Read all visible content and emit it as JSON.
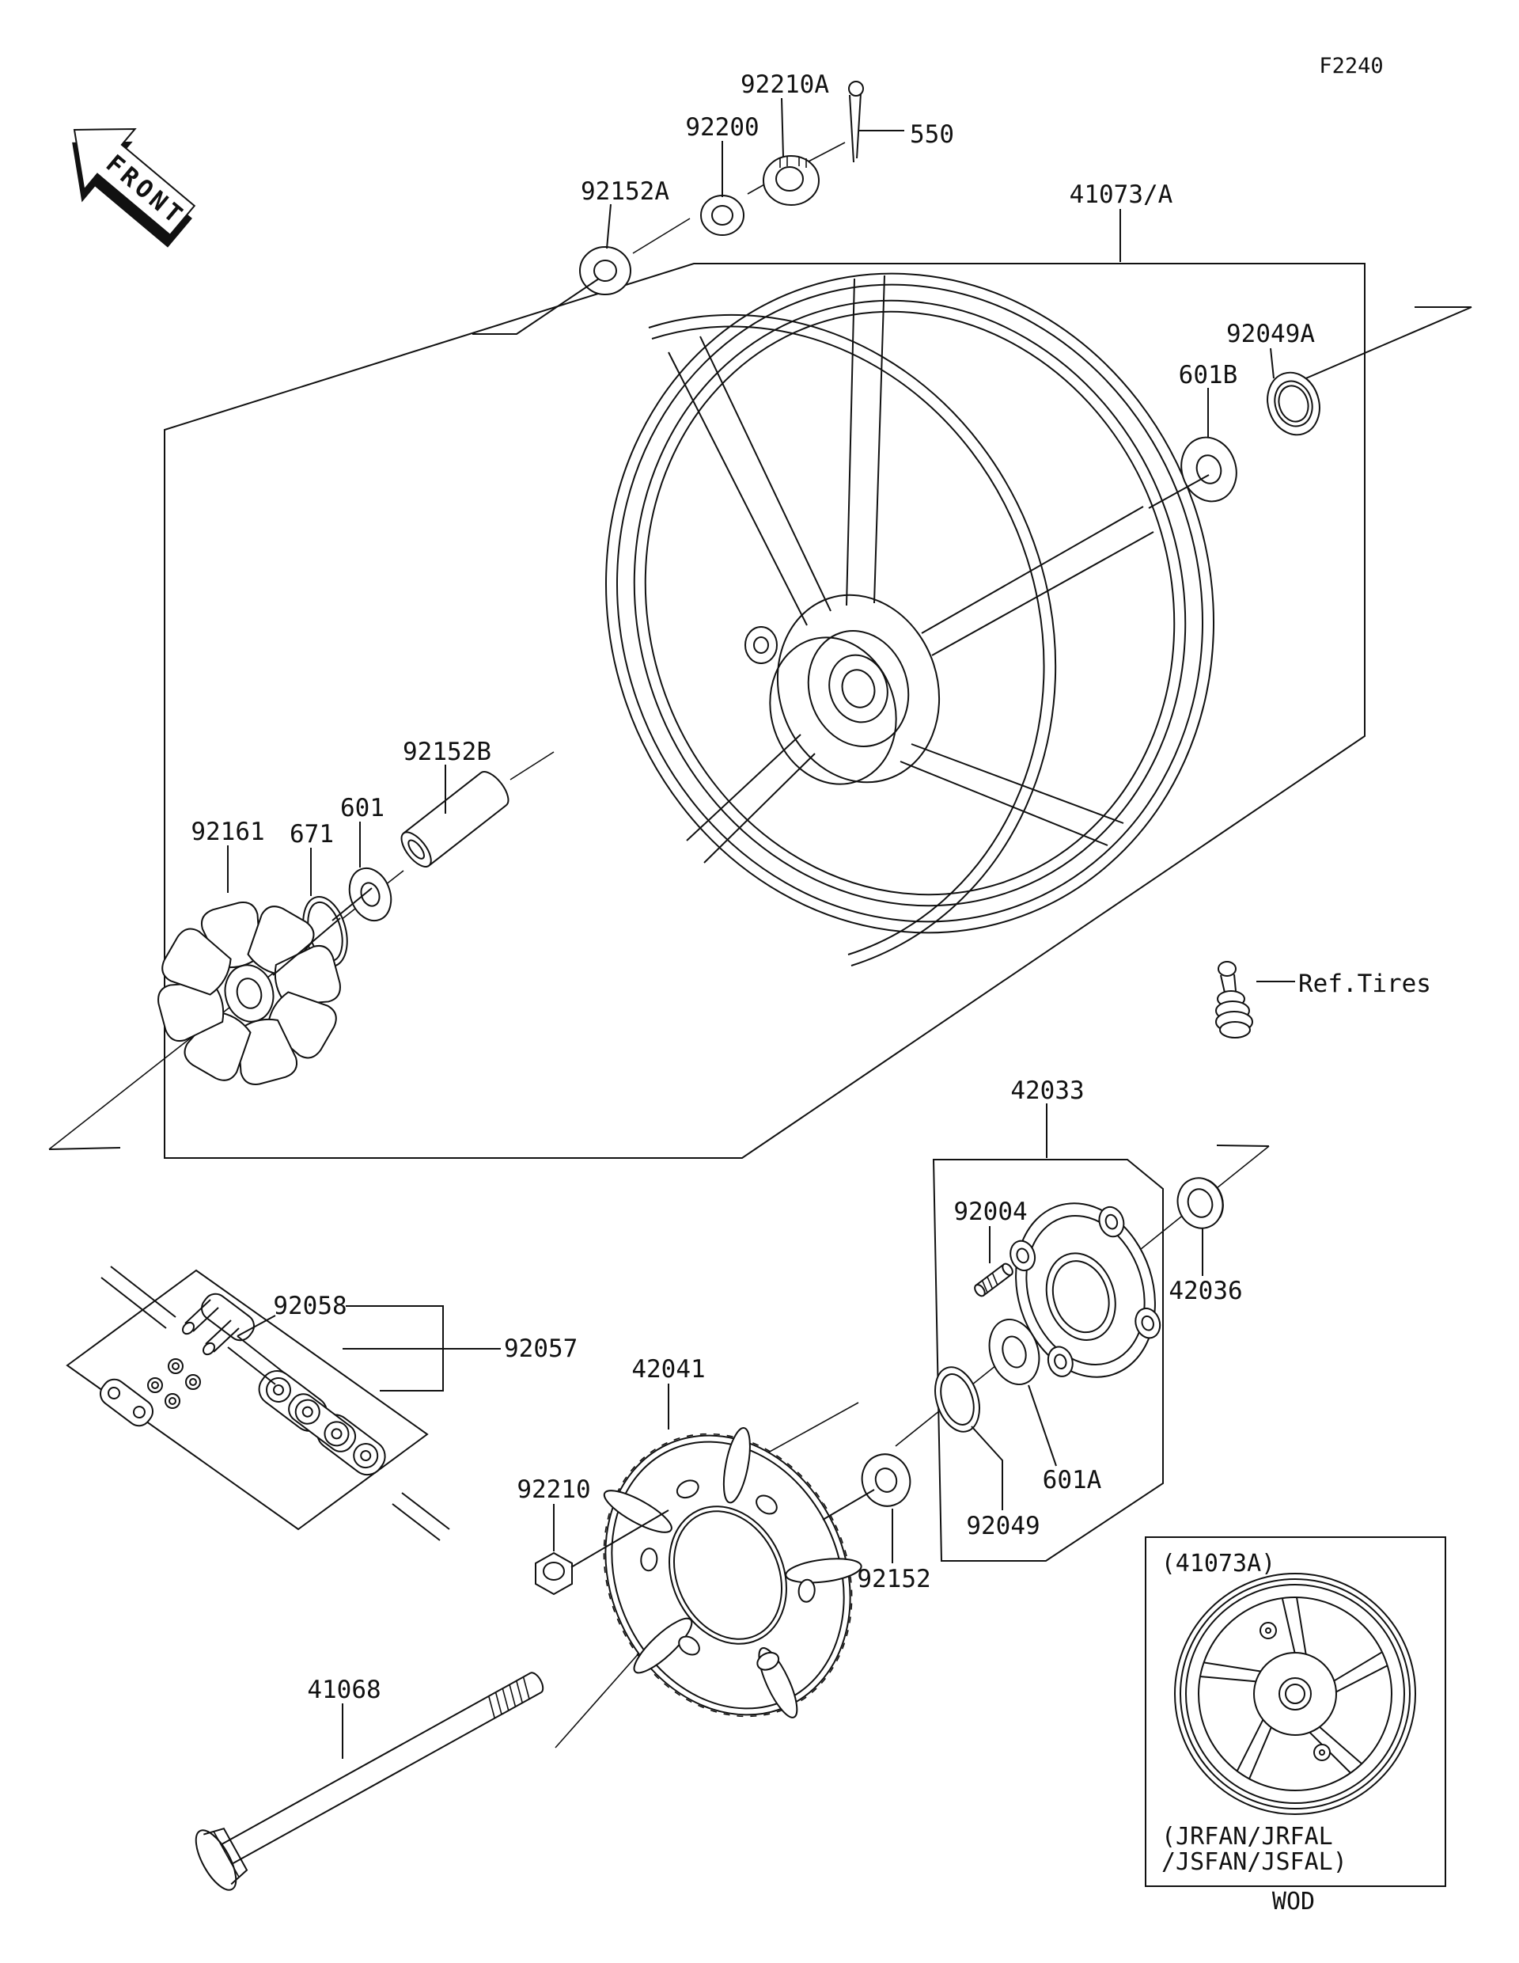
{
  "diagram": {
    "front_marker": "FRONT",
    "sheet_code": "F2240",
    "ref_note": "Ref.Tires",
    "inset": {
      "code": "(41073A)",
      "models_line1": "(JRFAN/JRFAL",
      "models_line2": "/JSFAN/JSFAL)",
      "caption": "WOD"
    },
    "part_labels": {
      "axle_cap": "92152A",
      "washer": "92200",
      "axle_nut": "92210A",
      "cotter_pin": "550",
      "wheel": "41073/A",
      "grease_seal_right": "92049A",
      "ball_bearing_right": "601B",
      "center_collar": "92152B",
      "ball_bearing_left": "601",
      "o_ring": "671",
      "damper": "92161",
      "coupling": "42033",
      "stud": "92004",
      "spacer": "42036",
      "coupling_bearing": "601A",
      "coupling_seal": "92049",
      "coupling_collar": "92152",
      "sprocket_nut": "92210",
      "sprocket": "42041",
      "master_link": "92058",
      "chain": "92057",
      "axle": "41068"
    }
  }
}
